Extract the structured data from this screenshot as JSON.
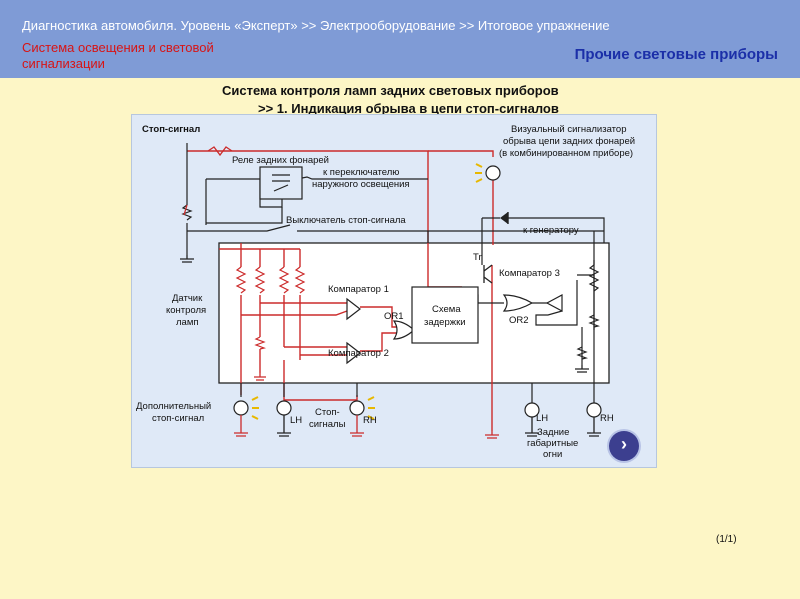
{
  "header": {
    "path": "Диагностика автомобиля. Уровень «Эксперт» >> Электрооборудование >> Итоговое упражнение",
    "section": "Система освещения и световой сигнализации",
    "topic": "Прочие световые приборы"
  },
  "title": {
    "line1": "Система контроля ламп задних световых приборов",
    "line2": ">> 1. Индикация обрыва в цепи стоп-сигналов"
  },
  "diagram": {
    "stop_signal": "Стоп-сигнал",
    "rear_light_relay": "Реле задних фонарей",
    "to_switch_1": "к переключателю",
    "to_switch_2": "наружного освещения",
    "visual_1": "Визуальный сигнализатор",
    "visual_2": "обрыва цепи задних фонарей",
    "visual_3": "(в комбинированном приборе)",
    "stop_switch": "Выключатель стоп-сигнала",
    "to_generator": "к генератору",
    "tr": "Tr",
    "comparator3": "Компаратор 3",
    "comparator1": "Компаратор 1",
    "comparator2": "Компаратор 2",
    "or1": "OR1",
    "or2": "OR2",
    "delay_1": "Схема",
    "delay_2": "задержки",
    "sensor_1": "Датчик",
    "sensor_2": "контроля",
    "sensor_3": "ламп",
    "extra_1": "Дополнительный",
    "extra_2": "стоп-сигнал",
    "stops_1": "Стоп-",
    "stops_2": "сигналы",
    "lh": "LH",
    "rh": "RH",
    "rear_1": "Задние",
    "rear_2": "габаритные",
    "rear_3": "огни"
  },
  "nav": {
    "next_icon": "›"
  },
  "page_indicator": "(1/1)",
  "colors": {
    "header_bg": "#7f9bd6",
    "wire_red": "#cc2b2b",
    "wire_black": "#222222",
    "accent_red": "#d81414",
    "topic_blue": "#1b2fa8"
  }
}
